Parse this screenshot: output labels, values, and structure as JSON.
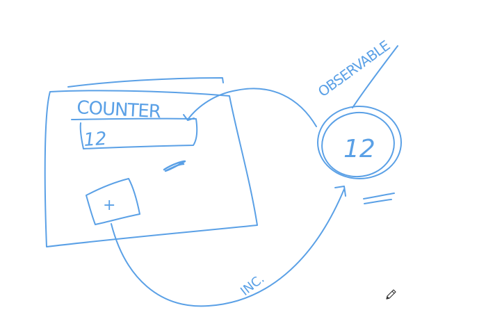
{
  "canvas": {
    "background": "#ffffff",
    "ink_color": "#5aa0e6"
  },
  "labels": {
    "counter": "COUNTER",
    "counter_value": "12",
    "observable": "OBSERVABLE",
    "observable_value": "12",
    "plus": "+",
    "increment": "INC."
  },
  "icons": {
    "cursor": "pencil-icon"
  }
}
